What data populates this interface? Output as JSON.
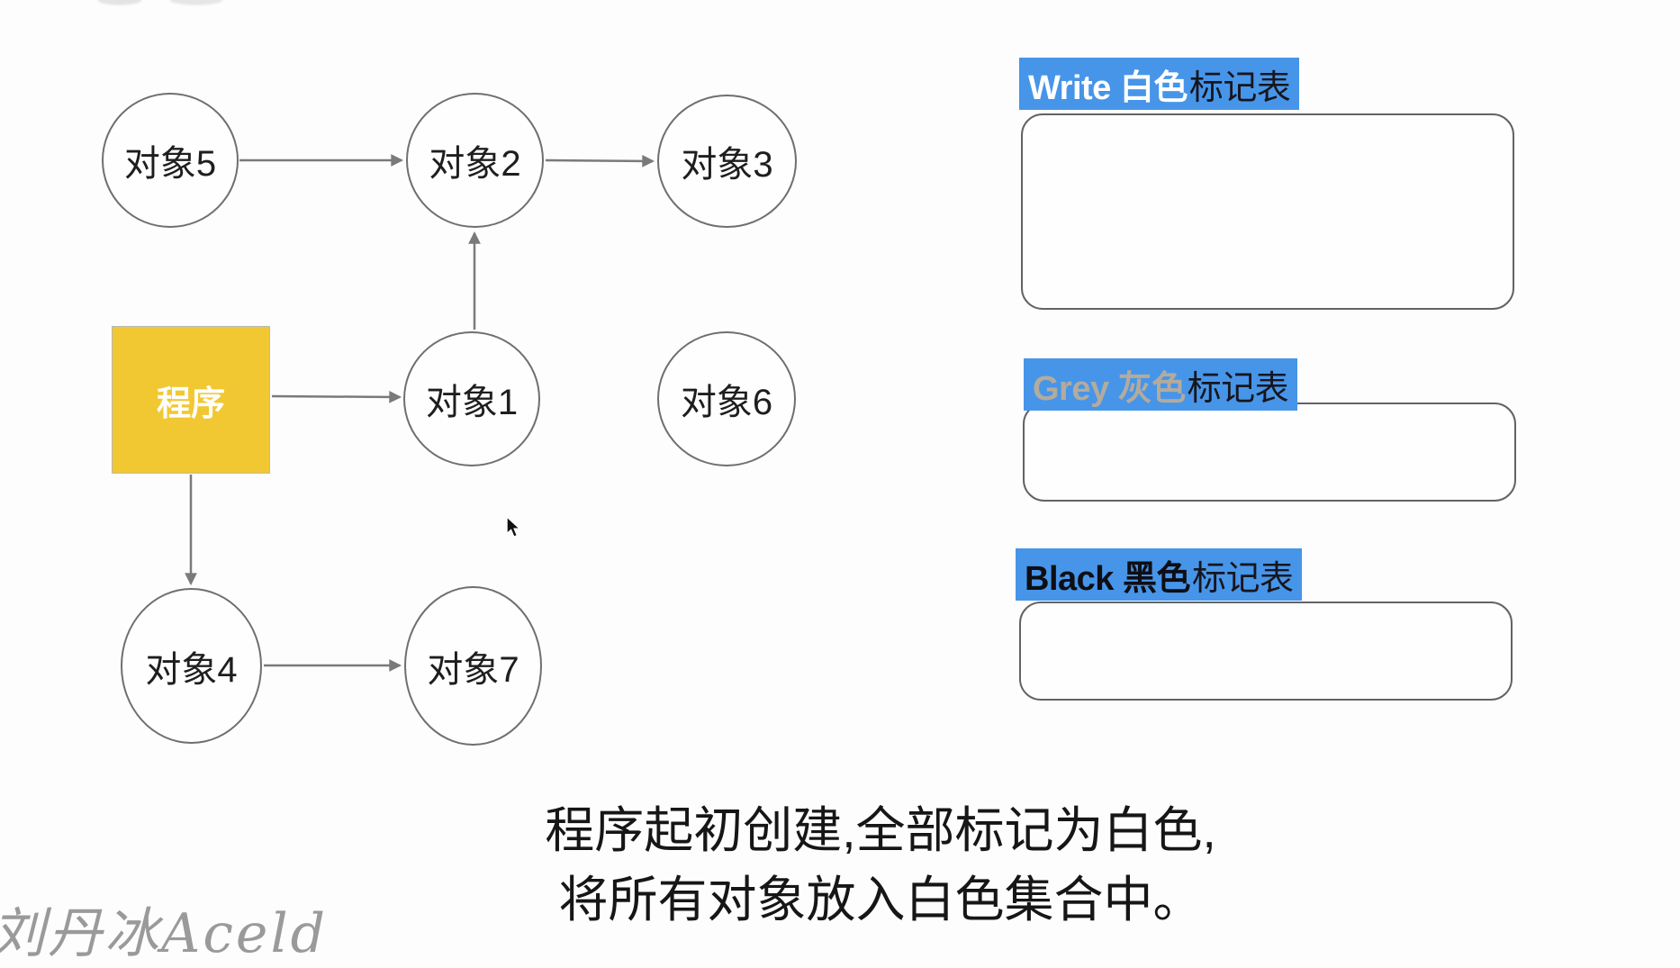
{
  "colors": {
    "background": "#fdfdfd",
    "label_blue": "#4795e8",
    "program_yellow": "#f1c832",
    "grey_title_text": "#b3ab9d",
    "node_border": "#6f6f6f",
    "arrow": "#7a7a7a"
  },
  "diagram": {
    "program": {
      "label": "程序"
    },
    "nodes": [
      {
        "label": "对象5"
      },
      {
        "label": "对象2"
      },
      {
        "label": "对象3"
      },
      {
        "label": "对象1"
      },
      {
        "label": "对象6"
      },
      {
        "label": "对象4"
      },
      {
        "label": "对象7"
      }
    ],
    "edges": [
      {
        "from": "对象5",
        "to": "对象2"
      },
      {
        "from": "对象2",
        "to": "对象3"
      },
      {
        "from": "对象1",
        "to": "对象2"
      },
      {
        "from": "程序",
        "to": "对象1"
      },
      {
        "from": "程序",
        "to": "对象4"
      },
      {
        "from": "对象4",
        "to": "对象7"
      }
    ]
  },
  "panels": [
    {
      "title": "Write 白色",
      "suffix": "标记表"
    },
    {
      "title": "Grey 灰色",
      "suffix": "标记表"
    },
    {
      "title": "Black 黑色",
      "suffix": "标记表"
    }
  ],
  "caption": {
    "line1": "程序起初创建,全部标记为白色,",
    "line2": "将所有对象放入白色集合中。"
  },
  "watermark": "刘丹冰Aceld"
}
